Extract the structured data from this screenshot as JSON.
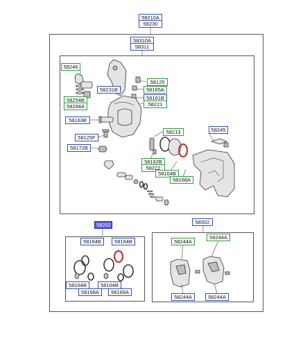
{
  "diagram": {
    "top_labels": [
      "58210A",
      "58230"
    ],
    "caliper_labels": [
      "58310A",
      "58311"
    ],
    "parts": {
      "p58246": "58246",
      "p58231B": "58231B",
      "p58125": "58125",
      "p58165A": "58165A",
      "p58161B": "58161B",
      "p58221": "58221",
      "p58254B": "58254B",
      "p58264A": "58264A",
      "p58163B": "58163B",
      "p58213": "58213",
      "p58245": "58245",
      "p58125F": "58125F",
      "p58172B": "58172B",
      "p58162B": "58162B",
      "p58222": "58222",
      "p58164B_a": "58164B",
      "p58168A_a": "58168A"
    },
    "seal_kit": {
      "header": "58202",
      "labels": {
        "l1": "58164B",
        "l2": "58164B",
        "l3": "58164B",
        "l4": "58164B",
        "l5": "58168A",
        "l6": "58168A"
      }
    },
    "pad_kit": {
      "header": "58302",
      "labels": {
        "t1": "58244A",
        "t2": "58244A",
        "b1": "58244A",
        "b2": "58244A"
      }
    },
    "colors": {
      "blue_border": "#2f4fb5",
      "green_border": "#2b9c3a",
      "selected_fill": "#5b5be0",
      "seal_red": "#c0392b"
    }
  }
}
